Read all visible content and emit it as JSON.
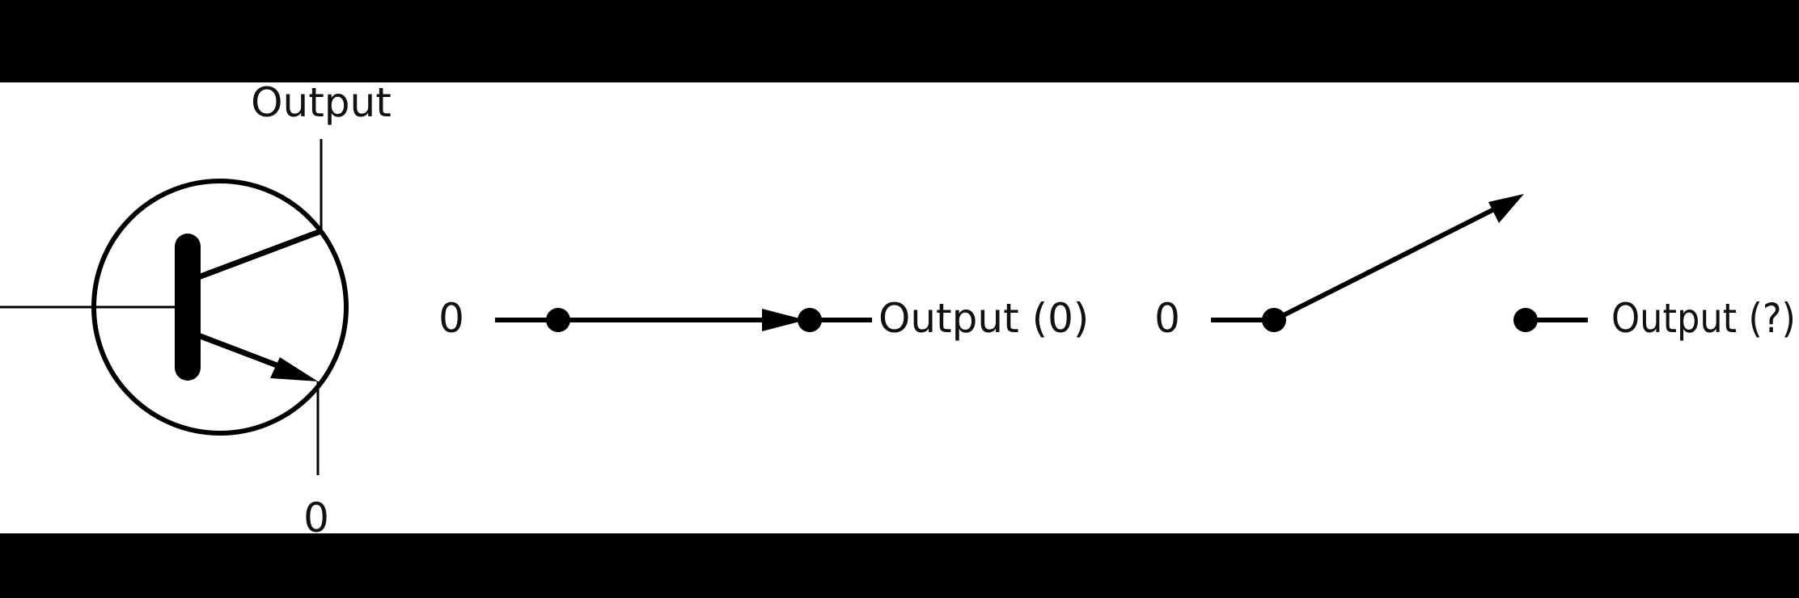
{
  "colors": {
    "ink": "#000000",
    "background": "#ffffff",
    "frame": "#000000"
  },
  "transistor": {
    "collector_label": "Output",
    "emitter_label": "0"
  },
  "closed_switch": {
    "input_label": "0",
    "output_label": "Output (0)"
  },
  "open_switch": {
    "input_label": "0",
    "output_label": "Output (?)"
  }
}
